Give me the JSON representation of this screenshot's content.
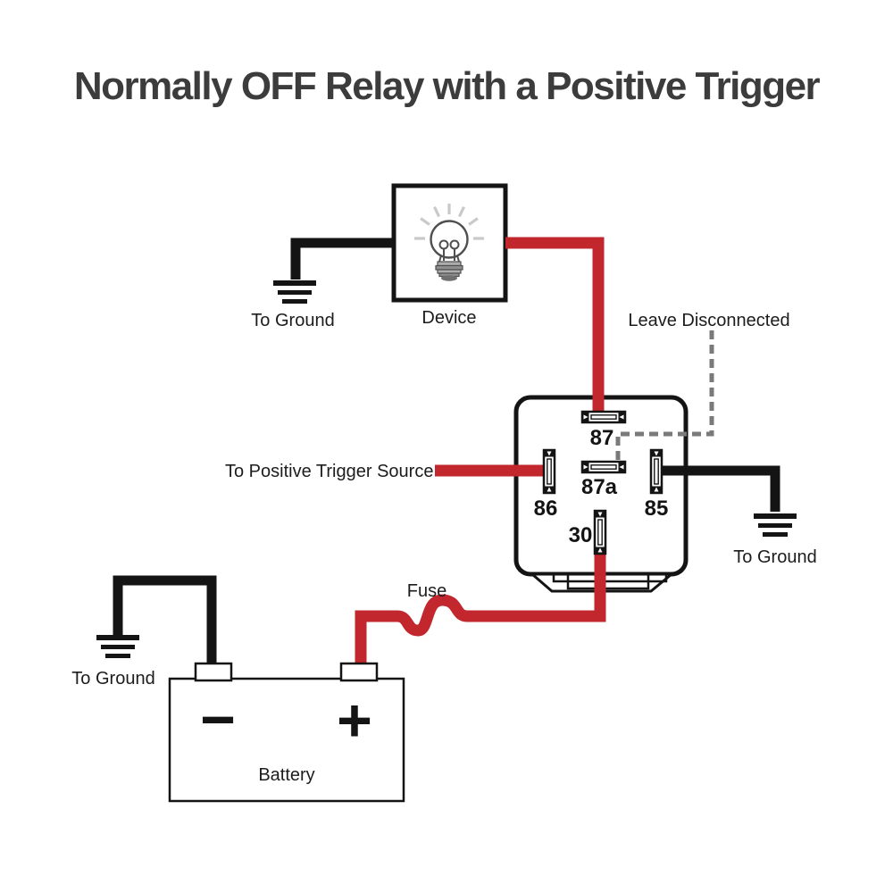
{
  "title": "Normally OFF Relay with a Positive Trigger",
  "colors": {
    "wire_red": "#c1272d",
    "wire_black": "#141414",
    "dashed_gray": "#7a7a7a",
    "title_text": "#3c3c3c",
    "label_text": "#1c1c1c"
  },
  "device": {
    "label": "Device",
    "icon": "light-bulb-icon"
  },
  "relay": {
    "pins": [
      {
        "id": "87",
        "label": "87"
      },
      {
        "id": "87a",
        "label": "87a"
      },
      {
        "id": "86",
        "label": "86"
      },
      {
        "id": "85",
        "label": "85"
      },
      {
        "id": "30",
        "label": "30"
      }
    ]
  },
  "battery": {
    "label": "Battery",
    "negative_sign": "−",
    "positive_sign": "+"
  },
  "annotations": {
    "to_ground_device": "To Ground",
    "leave_disconnected": "Leave Disconnected",
    "to_positive_trigger_source": "To Positive Trigger Source",
    "to_ground_relay": "To Ground",
    "fuse": "Fuse",
    "to_ground_battery": "To Ground"
  }
}
